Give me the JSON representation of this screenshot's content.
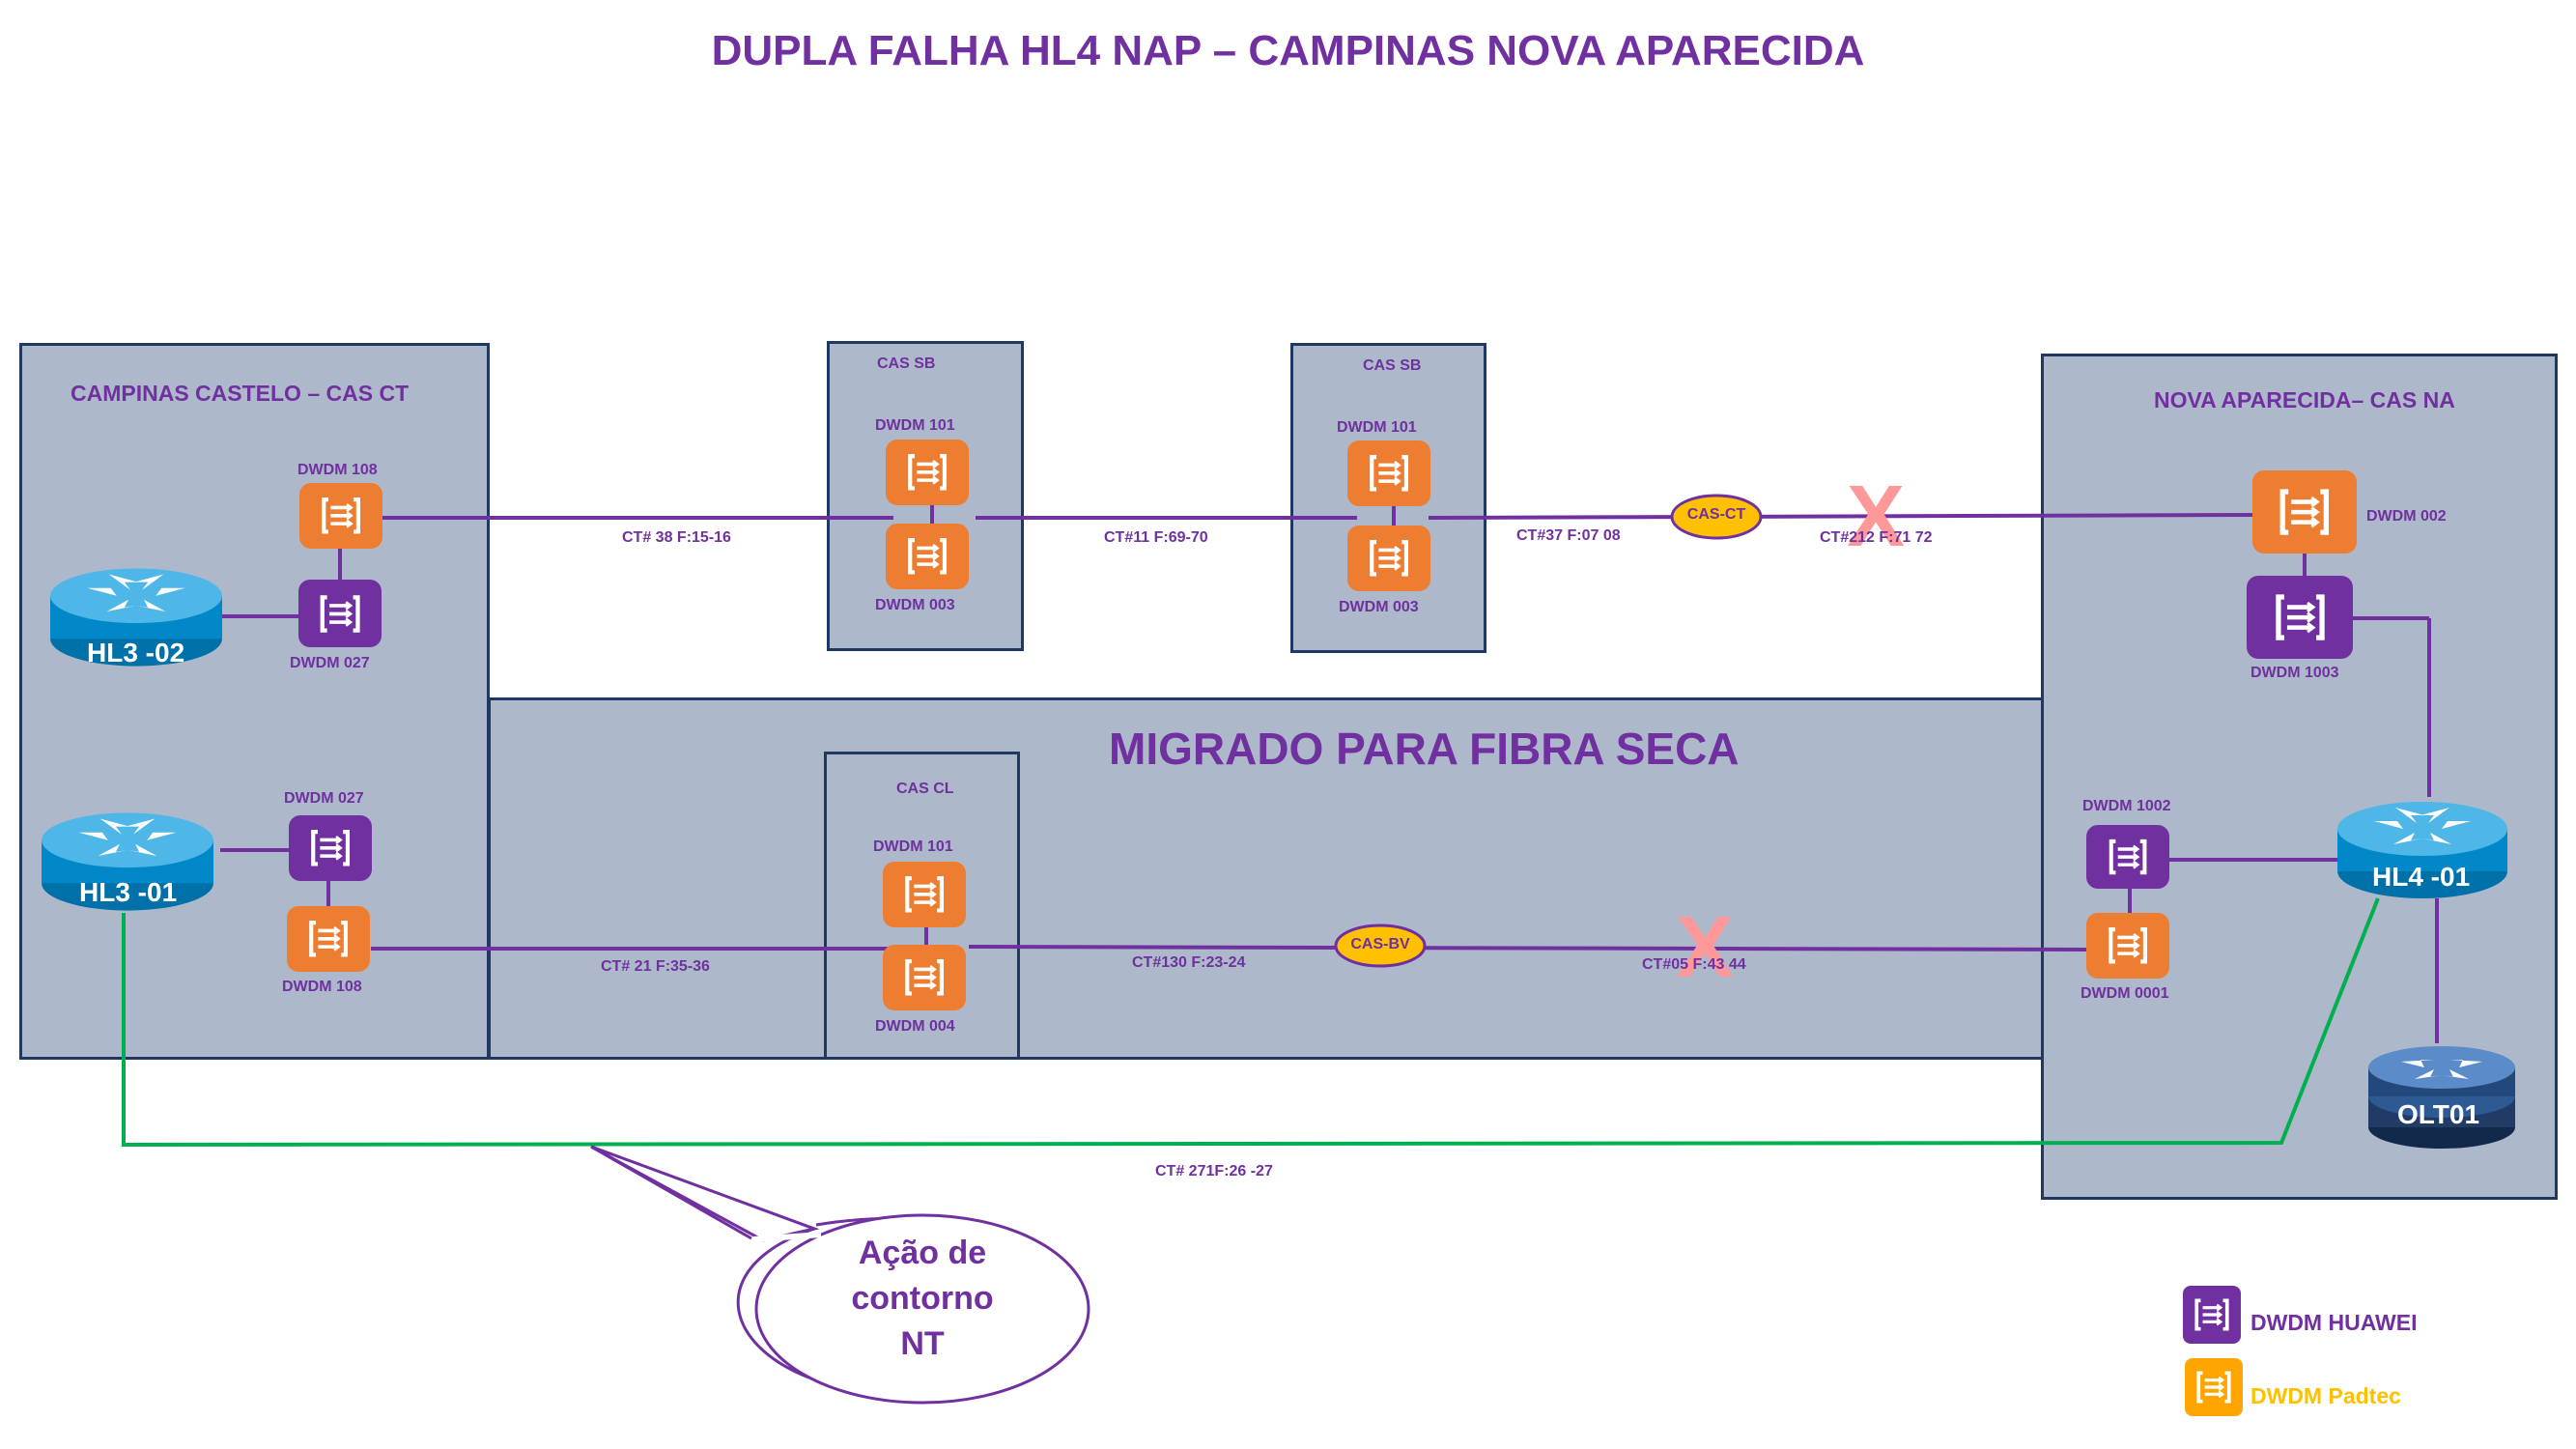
{
  "title": "DUPLA FALHA HL4 NAP – CAMPINAS NOVA APARECIDA",
  "sites": {
    "cas_ct": "CAMPINAS CASTELO – CAS CT",
    "cas_sb_1": "CAS SB",
    "cas_sb_2": "CAS SB",
    "cas_na": "NOVA APARECIDA– CAS NA",
    "cas_cl": "CAS CL",
    "migrado": "MIGRADO PARA FIBRA SECA"
  },
  "nodes": {
    "ct_dwdm108_top": "DWDM 108",
    "ct_dwdm027_top": "DWDM 027",
    "ct_dwdm027_bot": "DWDM 027",
    "ct_dwdm108_bot": "DWDM 108",
    "sb1_dwdm101": "DWDM 101",
    "sb1_dwdm003": "DWDM 003",
    "sb2_dwdm101": "DWDM 101",
    "sb2_dwdm003": "DWDM 003",
    "cl_dwdm101": "DWDM 101",
    "cl_dwdm004": "DWDM 004",
    "na_dwdm002": "DWDM 002",
    "na_dwdm1003": "DWDM 1003",
    "na_dwdm1002": "DWDM 1002",
    "na_dwdm0001": "DWDM 0001"
  },
  "routers": {
    "hl3_02": "HL3 -02",
    "hl3_01": "HL3 -01",
    "hl4_01": "HL4 -01",
    "olt01": "OLT01"
  },
  "links": {
    "ct38": "CT# 38 F:15-16",
    "ct11": "CT#11  F:69-70",
    "ct37": "CT#37 F:07  08",
    "ct212": "CT#212 F:71 72",
    "ct21": "CT# 21 F:35-36",
    "ct130": "CT#130  F:23-24",
    "ct05": "CT#05 F:43 44",
    "ct271": "CT# 271F:26 -27"
  },
  "splices": {
    "cas_ct": "CAS-CT",
    "cas_bv": "CAS-BV"
  },
  "failure_mark": "X",
  "callout": [
    "Ação de",
    "contorno",
    "NT"
  ],
  "legend": {
    "huawei": "DWDM HUAWEI",
    "padtec": "DWDM Padtec"
  },
  "colors": {
    "huawei": "#7030a0",
    "padtec": "#ed7d31",
    "link": "#7030a0",
    "contour": "#00b050",
    "site_fill": "#adb9ca",
    "failure": "#ff9999",
    "splice": "#ffc000"
  }
}
